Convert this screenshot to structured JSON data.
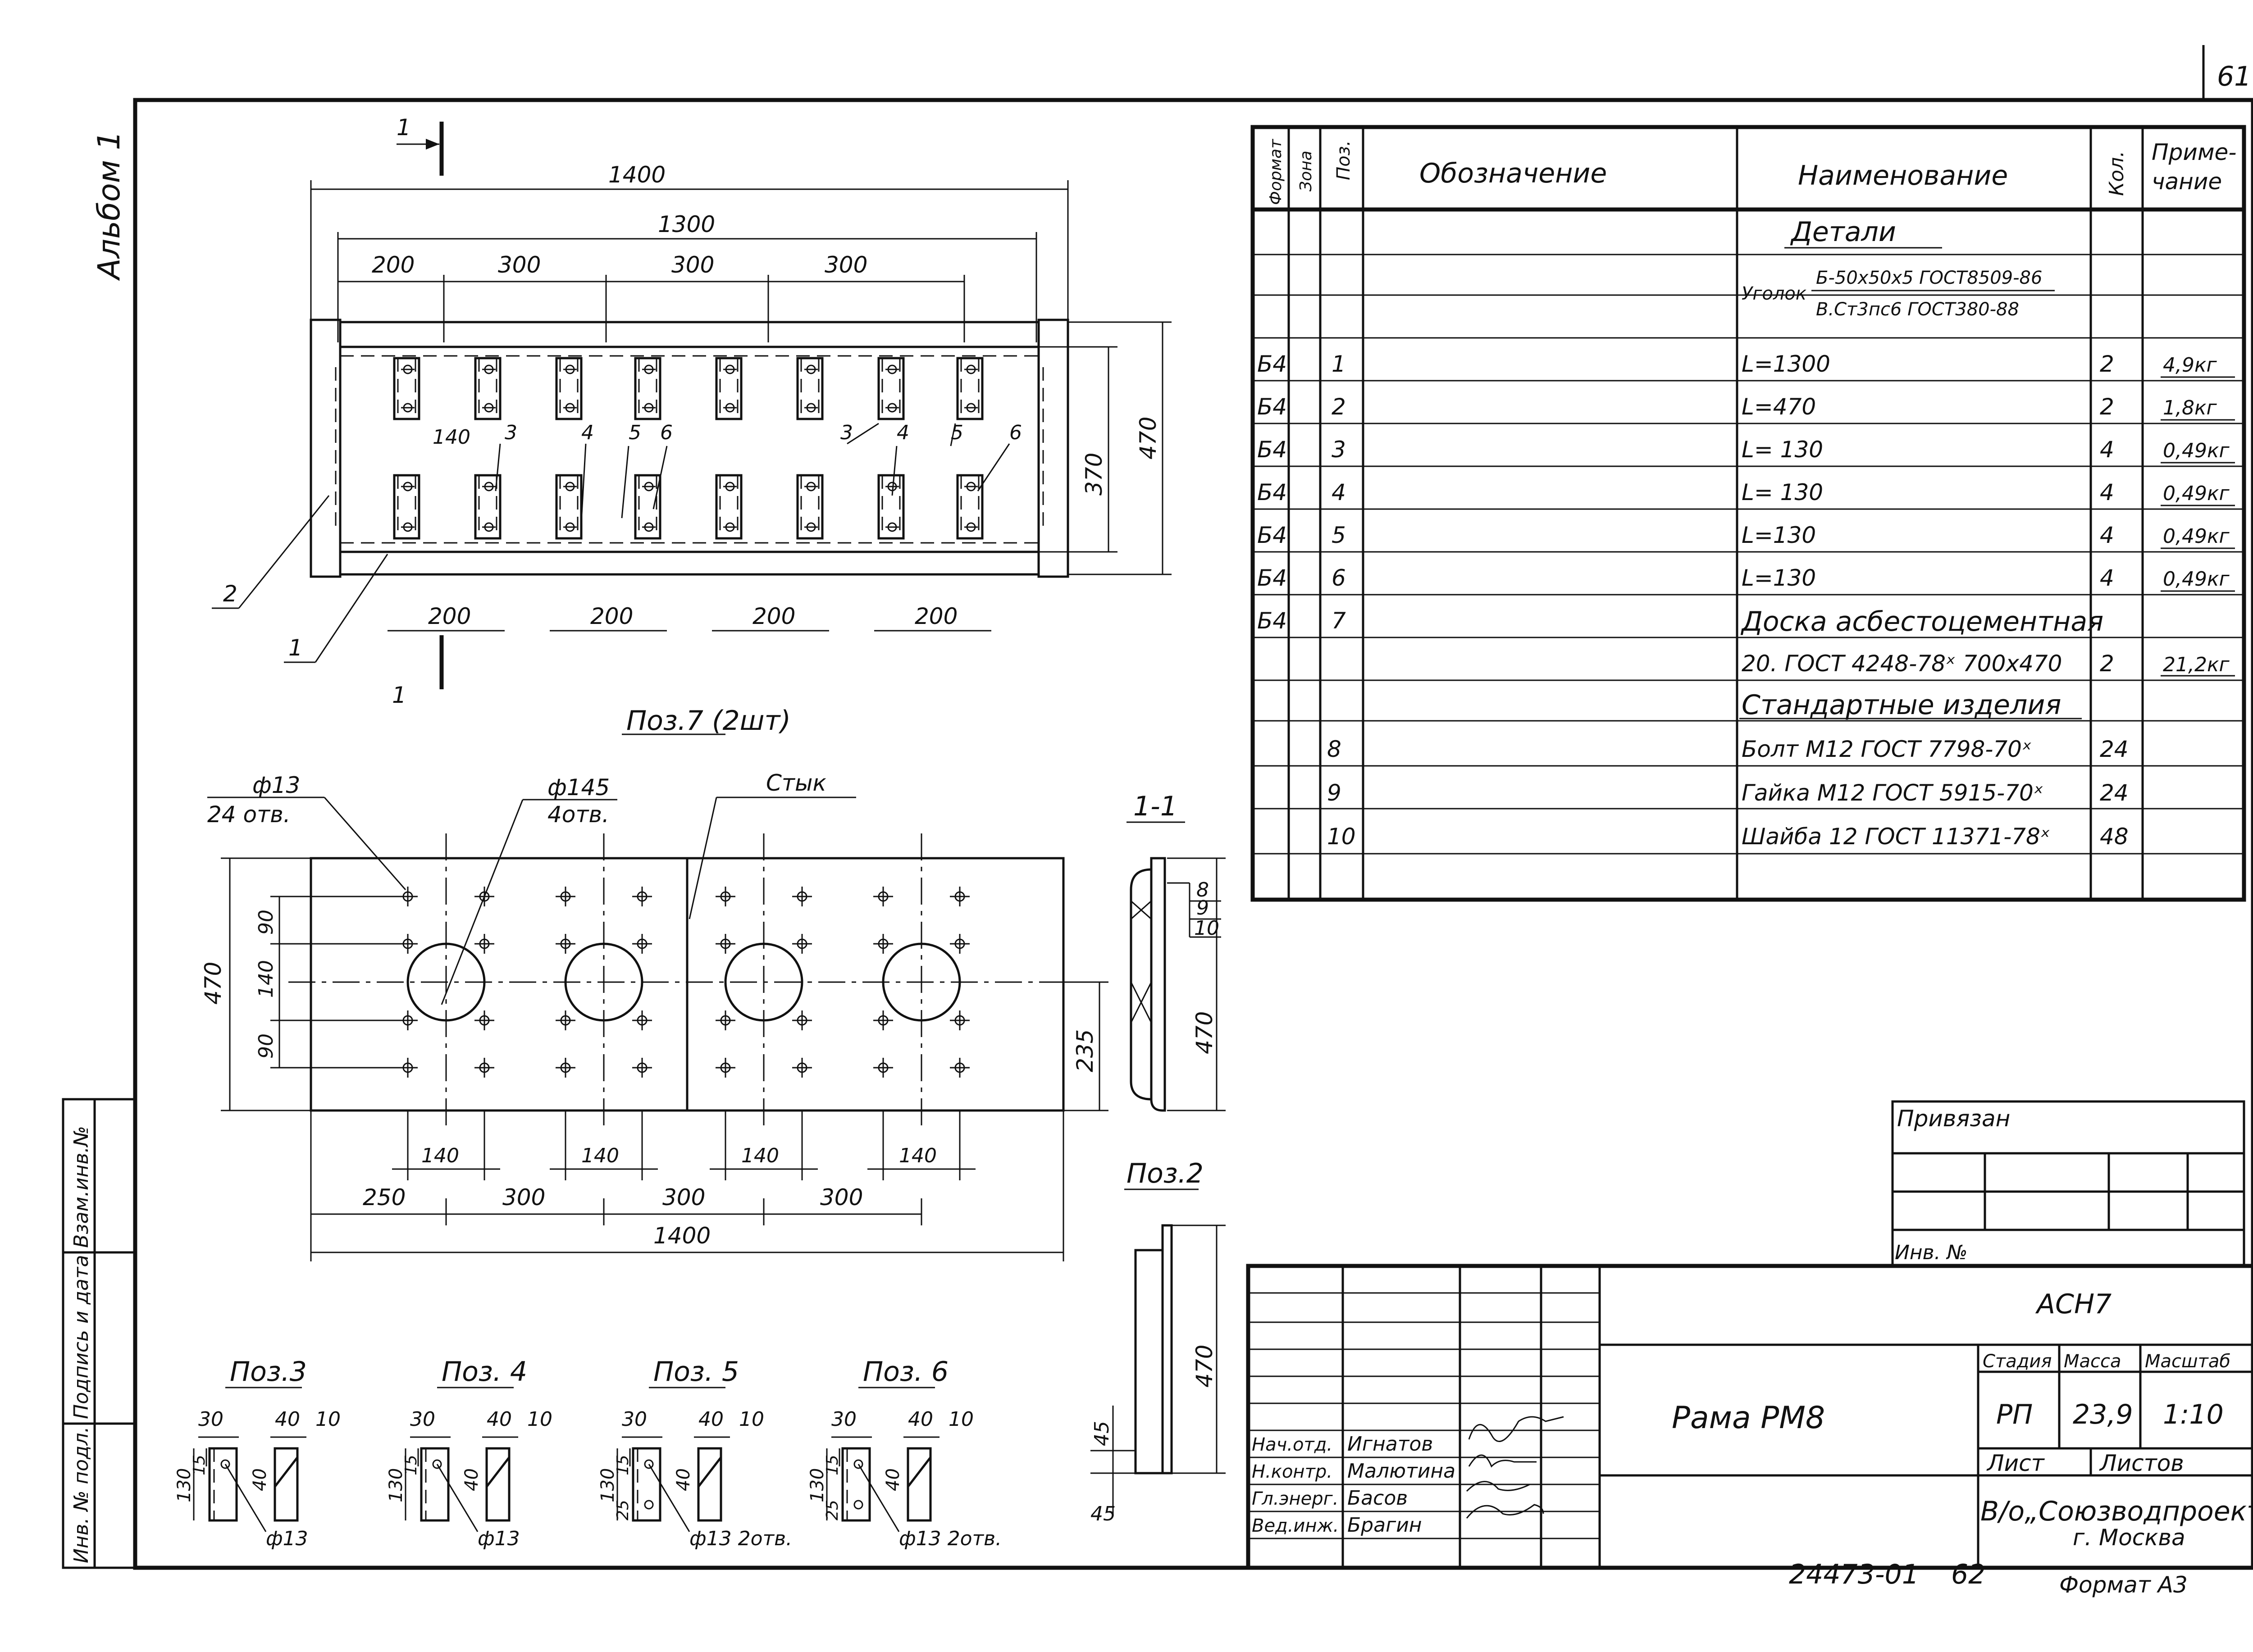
{
  "sheet": {
    "page_number": "61",
    "album": "Альбом 1",
    "doc_code": "24473-01",
    "page_code": "62",
    "format": "Формат А3"
  },
  "plan": {
    "section_mark": "1",
    "dims_top": {
      "overall": "1400",
      "inner": "1300",
      "steps": [
        "200",
        "300",
        "300",
        "300"
      ]
    },
    "dims_right": {
      "outer": "470",
      "inner": "370"
    },
    "dims_bottom": [
      "200",
      "200",
      "200",
      "200"
    ],
    "gap_label": "140",
    "callouts": {
      "c2": "2",
      "c1": "1",
      "c3a": "3",
      "c4a": "4",
      "c5a": "5",
      "c6a": "6",
      "c3b": "3",
      "c4b": "4",
      "c5b": "5",
      "c6b": "6"
    }
  },
  "board": {
    "title": "Поз.7  (2шт)",
    "hole_small": {
      "dia": "ф13",
      "count": "24 отв."
    },
    "hole_large": {
      "dia": "ф145",
      "count": "4отв."
    },
    "joint": "Стык",
    "dims_left": {
      "overall": "470",
      "a": "90",
      "b": "140",
      "c": "90"
    },
    "dim_right": "235",
    "dims_bottom_small": [
      "140",
      "140",
      "140",
      "140"
    ],
    "dims_bottom_steps": [
      "250",
      "300",
      "300",
      "300"
    ],
    "dim_overall": "1400"
  },
  "section": {
    "title": "1-1",
    "callouts": [
      "8",
      "9",
      "10"
    ],
    "dim": "470"
  },
  "pos2": {
    "title": "Поз.2",
    "dim": "470",
    "d1": "45",
    "d2": "45"
  },
  "details": [
    {
      "title": "Поз.3",
      "d30": "30",
      "d40": "40",
      "d10": "10",
      "d130": "130",
      "d15": "15",
      "d40v": "40",
      "hole": "ф13"
    },
    {
      "title": "Поз. 4",
      "d30": "30",
      "d40": "40",
      "d10": "10",
      "d130": "130",
      "d15": "15",
      "d40v": "40",
      "hole": "ф13"
    },
    {
      "title": "Поз. 5",
      "d30": "30",
      "d40": "40",
      "d10": "10",
      "d130": "130",
      "d15": "15",
      "d40v": "40",
      "d25": "25",
      "hole": "ф13 2отв."
    },
    {
      "title": "Поз. 6",
      "d30": "30",
      "d40": "40",
      "d10": "10",
      "d130": "130",
      "d15": "15",
      "d40v": "40",
      "d25": "25",
      "hole": "ф13  2отв."
    }
  ],
  "spec": {
    "headers": {
      "format": "Формат",
      "zone": "Зона",
      "pos": "Поз.",
      "designation": "Обозначение",
      "name": "Наименование",
      "qty": "Кол.",
      "note1": "Приме-",
      "note2": "чание"
    },
    "section_details": "Детали",
    "angle": {
      "word": "Уголок",
      "top": "Б-50х50х5 ГОСТ8509-86",
      "bottom": "В.Ст3пс6 ГОСТ380-88"
    },
    "rows": [
      {
        "format": "Б4",
        "pos": "1",
        "name": "L=1300",
        "qty": "2",
        "note": "4,9кг"
      },
      {
        "format": "Б4",
        "pos": "2",
        "name": "L=470",
        "qty": "2",
        "note": "1,8кг"
      },
      {
        "format": "Б4",
        "pos": "3",
        "name": "L= 130",
        "qty": "4",
        "note": "0,49кг"
      },
      {
        "format": "Б4",
        "pos": "4",
        "name": "L= 130",
        "qty": "4",
        "note": "0,49кг"
      },
      {
        "format": "Б4",
        "pos": "5",
        "name": "L=130",
        "qty": "4",
        "note": "0,49кг"
      },
      {
        "format": "Б4",
        "pos": "6",
        "name": "L=130",
        "qty": "4",
        "note": "0,49кг"
      }
    ],
    "board_row": {
      "format": "Б4",
      "pos": "7",
      "name1": "Доска асбестоцементная",
      "name2": "20. ГОСТ 4248-78ˣ 700х470",
      "qty": "2",
      "note": "21,2кг"
    },
    "section_std": "Стандартные изделия",
    "std_rows": [
      {
        "pos": "8",
        "name": "Болт М12  ГОСТ 7798-70ˣ",
        "qty": "24"
      },
      {
        "pos": "9",
        "name": "Гайка М12  ГОСТ 5915-70ˣ",
        "qty": "24"
      },
      {
        "pos": "10",
        "name": "Шайба 12  ГОСТ 11371-78ˣ",
        "qty": "48"
      }
    ]
  },
  "left_strip": {
    "inv_podl": "Инв. № подл.",
    "sign_date": "Подпись и дата",
    "vzam": "Взам.инв.№"
  },
  "binding": {
    "label": "Привязан",
    "inv": "Инв. №"
  },
  "stamp": {
    "code": "АСН7",
    "title": "Рама РМ8",
    "stage_h": "Стадия",
    "mass_h": "Масса",
    "scale_h": "Масштаб",
    "stage": "РП",
    "mass": "23,9",
    "scale": "1:10",
    "sheet_h": "Лист",
    "sheets_h": "Листов",
    "org1": "В/о„Союзводпроект\"",
    "org2": "г. Москва",
    "roles": [
      {
        "role": "Нач.отд.",
        "name": "Игнатов"
      },
      {
        "role": "Н.контр.",
        "name": "Малютина"
      },
      {
        "role": "Гл.энерг.",
        "name": "Басов"
      },
      {
        "role": "Вед.инж.",
        "name": "Брагин"
      }
    ]
  }
}
